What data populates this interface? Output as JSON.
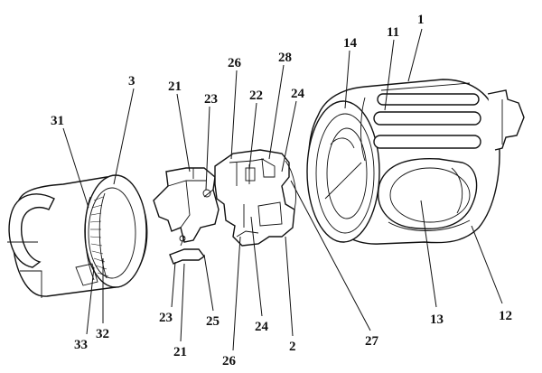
{
  "diagram": {
    "labels": {
      "l1": "1",
      "l11": "11",
      "l14": "14",
      "l12": "12",
      "l13": "13",
      "l3": "3",
      "l31": "31",
      "l32": "32",
      "l33": "33",
      "l21_top": "21",
      "l21_bottom": "21",
      "l23_top": "23",
      "l23_bottom": "23",
      "l25": "25",
      "l26_top": "26",
      "l26_bottom": "26",
      "l22": "22",
      "l28": "28",
      "l24_top": "24",
      "l24_bottom": "24",
      "l2": "2",
      "l27": "27"
    }
  }
}
